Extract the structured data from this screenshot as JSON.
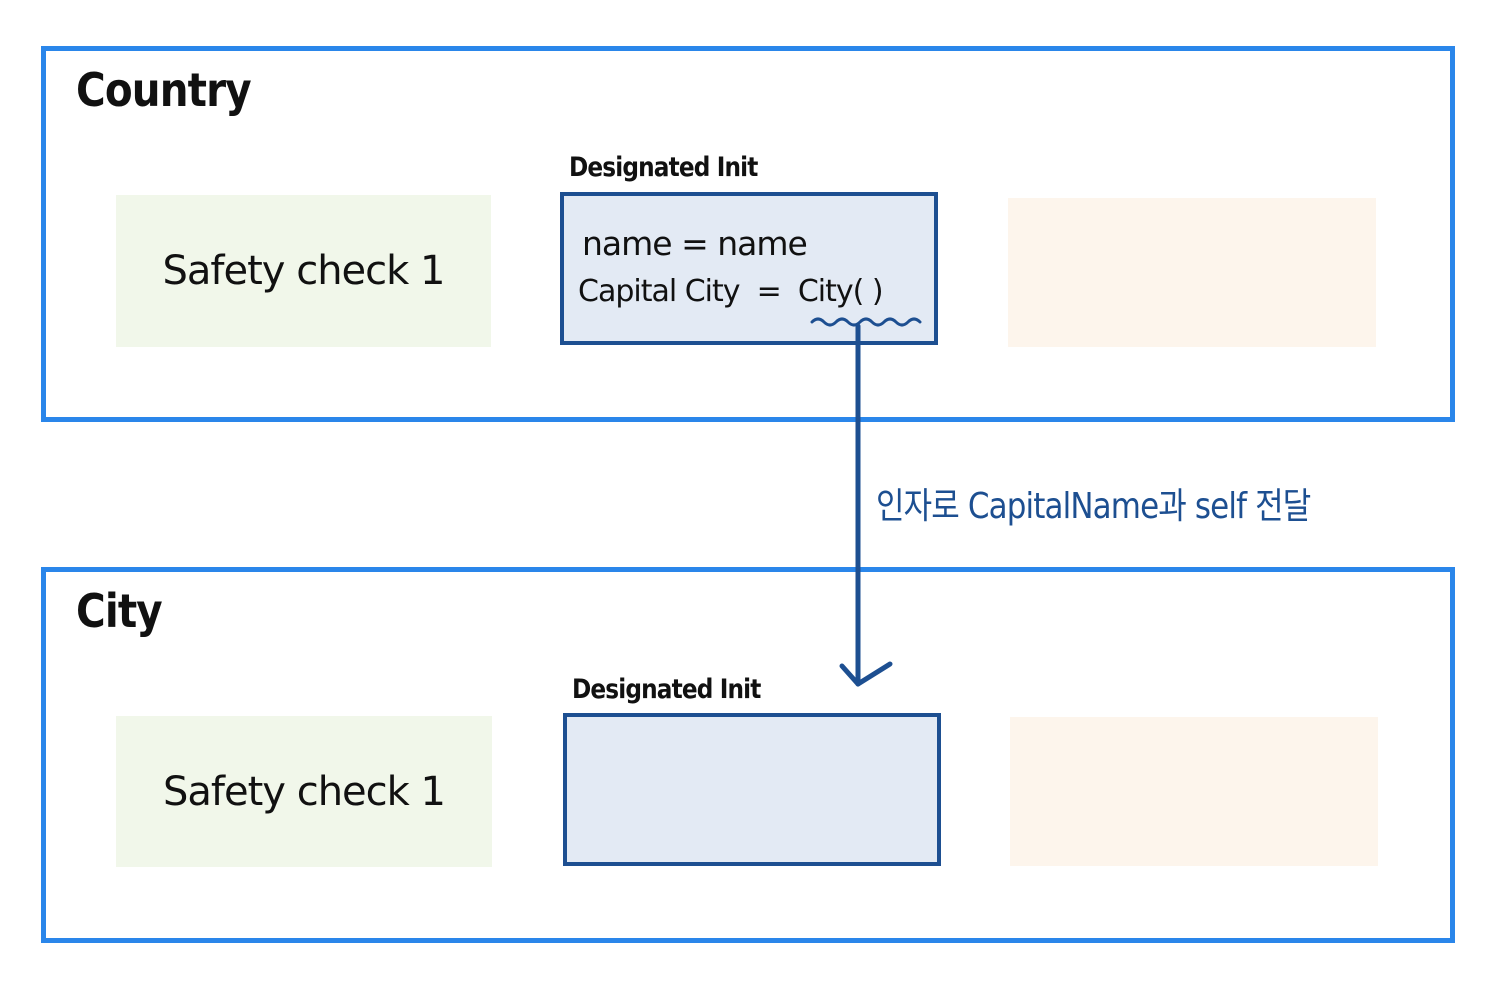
{
  "colors": {
    "class_border": "#2a86ea",
    "init_border": "#1d4f91",
    "init_fill": "#e3eaf4",
    "safety_fill": "#f1f7ea",
    "empty_fill": "#fdf5ec",
    "annotation": "#1d4f91",
    "squiggle": "#1d4f91"
  },
  "country": {
    "title": "Country",
    "safety_check": "Safety check 1",
    "init_label": "Designated Init",
    "code": {
      "line1": "name = name",
      "line2_prefix": "Capital City  =  ",
      "line2_call": "City( )"
    }
  },
  "city": {
    "title": "City",
    "safety_check": "Safety check 1",
    "init_label": "Designated Init"
  },
  "connector": {
    "label": "인자로  CapitalName과  self  전달"
  }
}
